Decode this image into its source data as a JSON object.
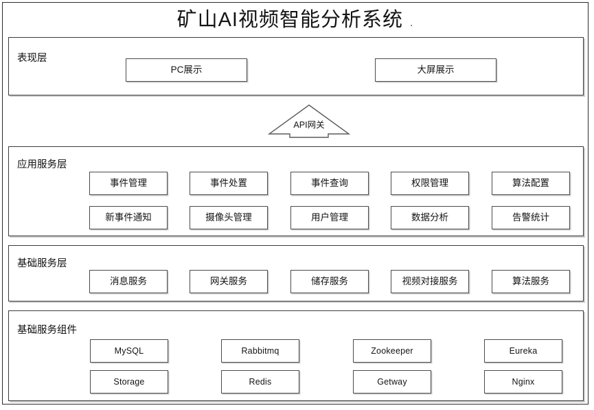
{
  "title": {
    "text": "矿山AI视频智能分析系统",
    "trailing_mark": "."
  },
  "api_gateway": {
    "label": "API网关",
    "shape": "up-arrow"
  },
  "layers": [
    {
      "id": "presentation",
      "label": "表现层",
      "rows": [
        [
          "PC展示",
          "大屏展示"
        ]
      ]
    },
    {
      "id": "application",
      "label": "应用服务层",
      "rows": [
        [
          "事件管理",
          "事件处置",
          "事件查询",
          "权限管理",
          "算法配置"
        ],
        [
          "新事件通知",
          "摄像头管理",
          "用户管理",
          "数据分析",
          "告警统计"
        ]
      ]
    },
    {
      "id": "basic",
      "label": "基础服务层",
      "rows": [
        [
          "消息服务",
          "网关服务",
          "储存服务",
          "视频对接服务",
          "算法服务"
        ]
      ]
    },
    {
      "id": "components",
      "label": "基础服务组件",
      "rows": [
        [
          "MySQL",
          "Rabbitmq",
          "Zookeeper",
          "Eureka"
        ],
        [
          "Storage",
          "Redis",
          "Getway",
          "Nginx"
        ]
      ]
    }
  ],
  "colors": {
    "background": "#ffffff",
    "border": "#3a3a3a",
    "text": "#141414",
    "shadow": "#8c8c8c"
  }
}
